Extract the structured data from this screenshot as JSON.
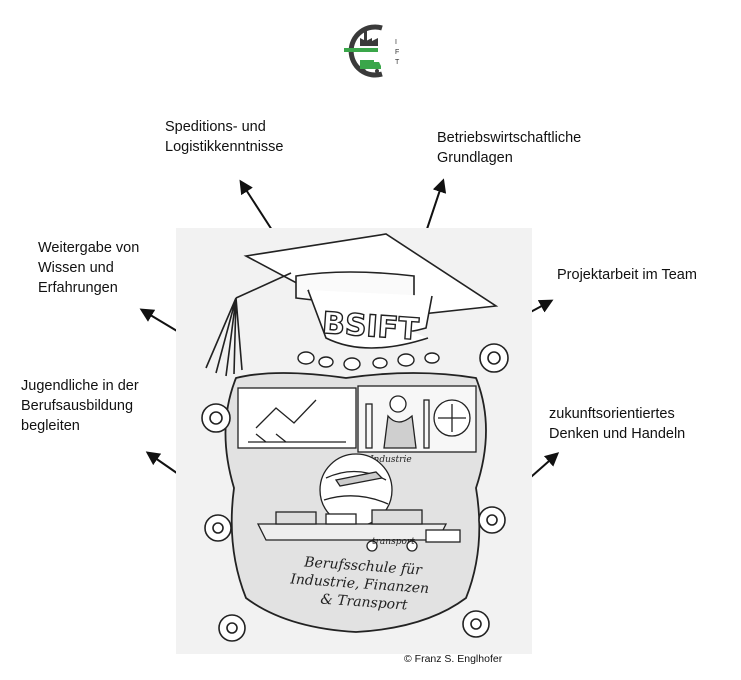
{
  "labels": {
    "top_left": "Speditions- und\nLogistikkenntnisse",
    "top_right": "Betriebswirtschaftliche\nGrundlagen",
    "left_upper": "Weitergabe von\nWissen und\nErfahrungen",
    "right_upper": "Projektarbeit im Team",
    "left_lower": "Jugendliche in der\nBerufsausbildung\nbegleiten",
    "right_lower": "zukunftsorientiertes\nDenken und Handeln"
  },
  "crest": {
    "cap_text": "BSIFT",
    "industry_label": "Industrie",
    "transport_label": "transport",
    "school_line1": "Berufsschule für",
    "school_line2": "Industrie, Finanzen",
    "school_line3": "& Transport"
  },
  "logo": {
    "letters": [
      "I",
      "F",
      "T"
    ],
    "accent_color": "#3aa64a",
    "dark_color": "#3a3a3a"
  },
  "copyright": "© Franz S. Englhofer"
}
